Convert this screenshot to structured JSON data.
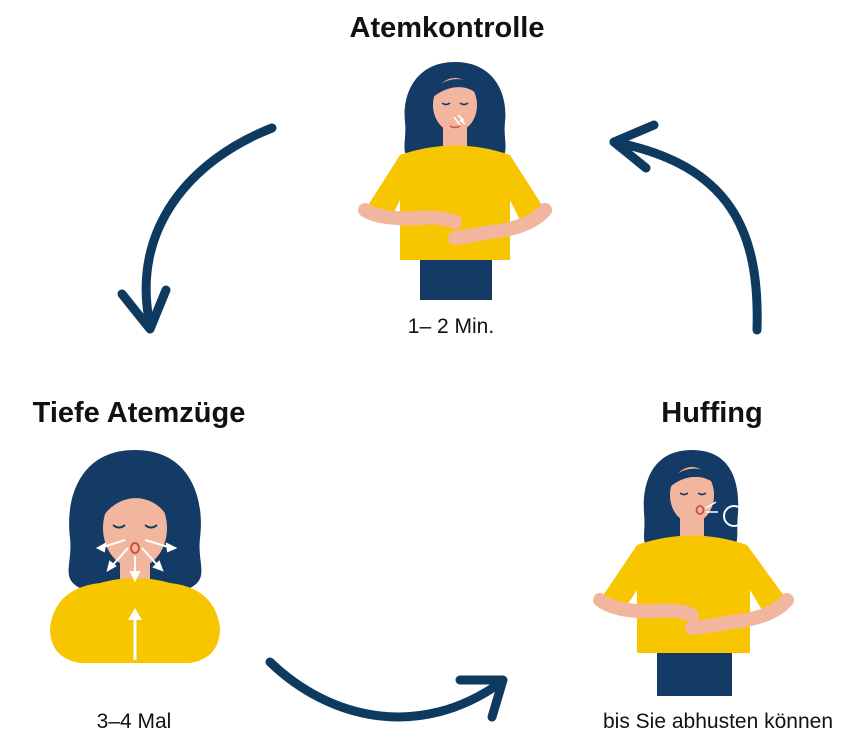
{
  "colors": {
    "arrow": "#0f3a60",
    "hair": "#143a66",
    "skin": "#f2b69e",
    "shirt": "#f7c600",
    "pants": "#143a66",
    "white": "#ffffff",
    "mouth": "#c9543f"
  },
  "steps": {
    "top": {
      "title": "Atemkontrolle",
      "caption": "1– 2 Min.",
      "icon": "woman-breathing-nose-icon"
    },
    "left": {
      "title": "Tiefe Atemzüge",
      "caption": "3–4 Mal",
      "icon": "woman-deep-breath-icon"
    },
    "right": {
      "title": "Huffing",
      "caption": "bis Sie abhusten können",
      "icon": "woman-huffing-icon"
    }
  },
  "arrows": [
    {
      "name": "arrow-top-to-left",
      "from": "top",
      "to": "left"
    },
    {
      "name": "arrow-left-to-right",
      "from": "left",
      "to": "right"
    },
    {
      "name": "arrow-right-to-top",
      "from": "right",
      "to": "top"
    }
  ]
}
